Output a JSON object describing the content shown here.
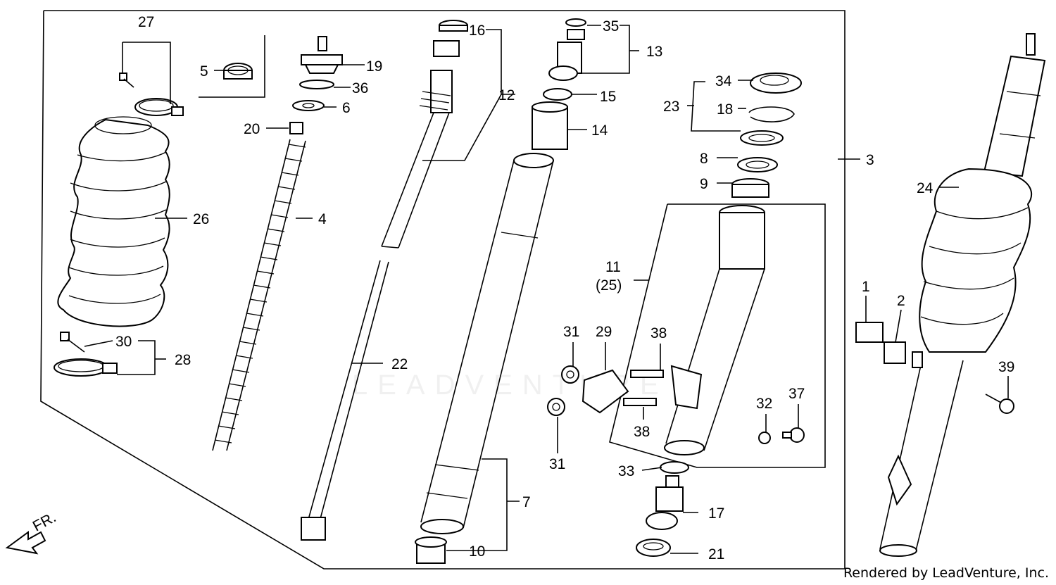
{
  "credit": "Rendered by LeadVenture, Inc.",
  "watermark": "LEADVENTURE",
  "direction_label": "FR.",
  "callouts": [
    "27",
    "5",
    "19",
    "36",
    "6",
    "20",
    "26",
    "4",
    "30",
    "28",
    "16",
    "12",
    "22",
    "7",
    "10",
    "35",
    "13",
    "15",
    "14",
    "34",
    "18",
    "23",
    "8",
    "9",
    "3",
    "11",
    "(25)",
    "31",
    "29",
    "38",
    "38",
    "31",
    "32",
    "37",
    "33",
    "17",
    "21",
    "24",
    "1",
    "2",
    "39"
  ]
}
